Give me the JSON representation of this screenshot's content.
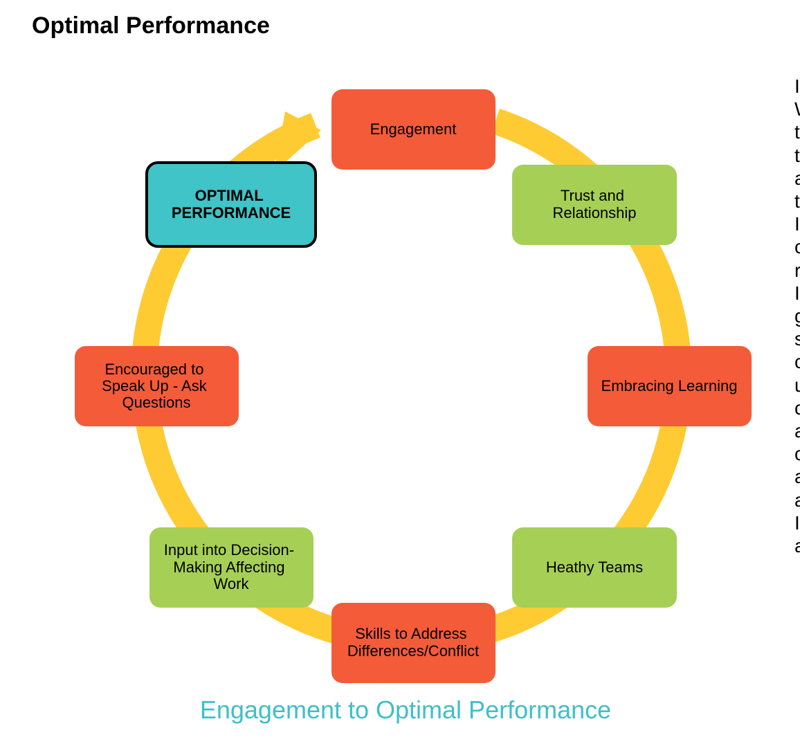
{
  "page": {
    "title": "Optimal Performance",
    "caption": "Engagement to Optimal Performance",
    "side_text_fragments": [
      "I",
      "W",
      "t",
      "t",
      "a",
      "t",
      "I",
      "c",
      "r",
      "I",
      "g",
      "s",
      "c",
      "u",
      "c",
      "a",
      "c",
      "a",
      "a",
      "I",
      "a"
    ]
  },
  "colors": {
    "ring": "#fecb33",
    "red_box": "#f45b39",
    "green_box": "#a6cf56",
    "teal_box": "#40c4c7",
    "caption": "#3fbfc6"
  },
  "diagram": {
    "nodes": [
      {
        "id": "engagement",
        "lines": [
          "Engagement"
        ],
        "fill": "red"
      },
      {
        "id": "trust",
        "lines": [
          "Trust and",
          "Relationship"
        ],
        "fill": "green"
      },
      {
        "id": "learning",
        "lines": [
          "Embracing Learning"
        ],
        "fill": "red"
      },
      {
        "id": "teams",
        "lines": [
          "Heathy Teams"
        ],
        "fill": "green"
      },
      {
        "id": "skills",
        "lines": [
          "Skills to Address",
          "Differences/Conflict"
        ],
        "fill": "red"
      },
      {
        "id": "input",
        "lines": [
          "Input into Decision-",
          "Making Affecting",
          "Work"
        ],
        "fill": "green"
      },
      {
        "id": "speak",
        "lines": [
          "Encouraged to",
          "Speak Up - Ask",
          "Questions"
        ],
        "fill": "red"
      },
      {
        "id": "optimal",
        "lines": [
          "OPTIMAL",
          "PERFORMANCE"
        ],
        "fill": "teal"
      }
    ]
  }
}
